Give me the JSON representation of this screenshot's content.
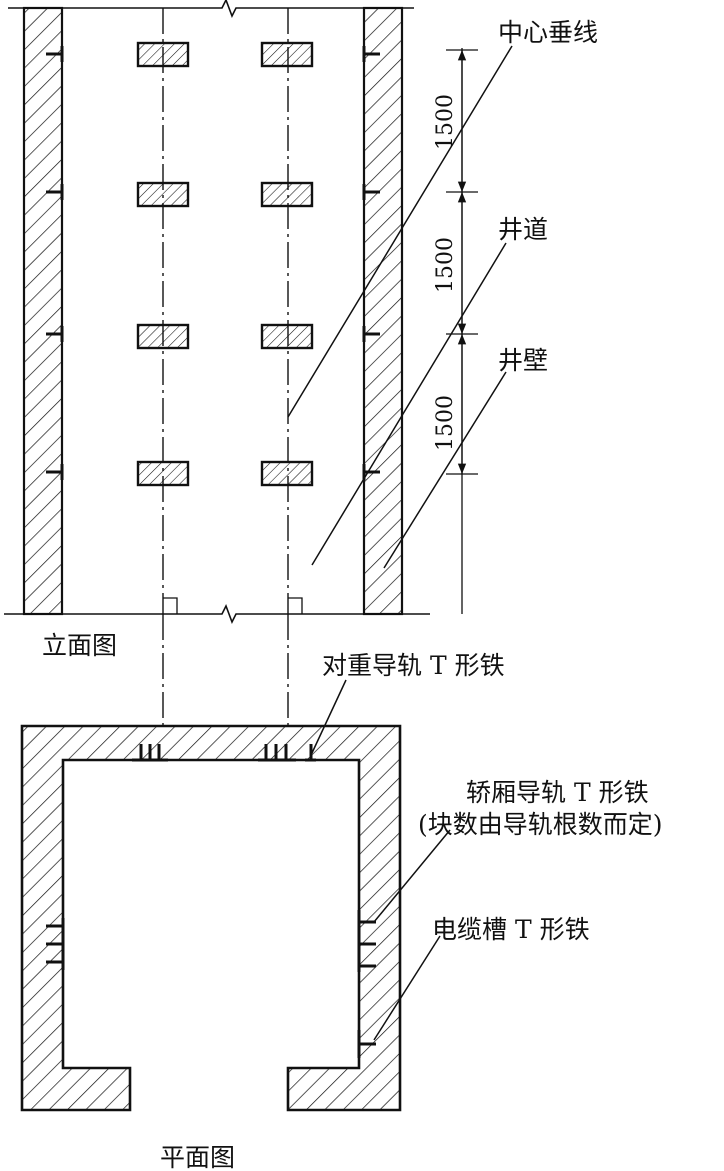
{
  "labels": {
    "center_plumb_line": "中心垂线",
    "shaft": "井道",
    "shaft_wall": "井壁",
    "elevation_view": "立面图",
    "counterweight_rail_t_iron": "对重导轨 T 形铁",
    "car_rail_t_iron": "轿厢导轨 T 形铁",
    "car_rail_t_iron_note": "(块数由导轨根数而定)",
    "cable_trough_t_iron": "电缆槽 T 形铁",
    "plan_view": "平面图"
  },
  "dimensions": [
    "1500",
    "1500",
    "1500"
  ],
  "colors": {
    "line": "#111111",
    "background": "#ffffff"
  }
}
